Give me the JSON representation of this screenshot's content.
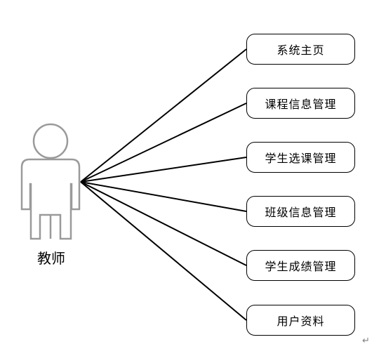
{
  "actor": {
    "label": "教师",
    "icon": "person-icon"
  },
  "use_cases": [
    "系统主页",
    "课程信息管理",
    "学生选课管理",
    "班级信息管理",
    "学生成绩管理",
    "用户资料"
  ],
  "colors": {
    "line": "#000000",
    "actor_stroke": "#9a9a9a"
  },
  "paragraph_mark": "↵"
}
